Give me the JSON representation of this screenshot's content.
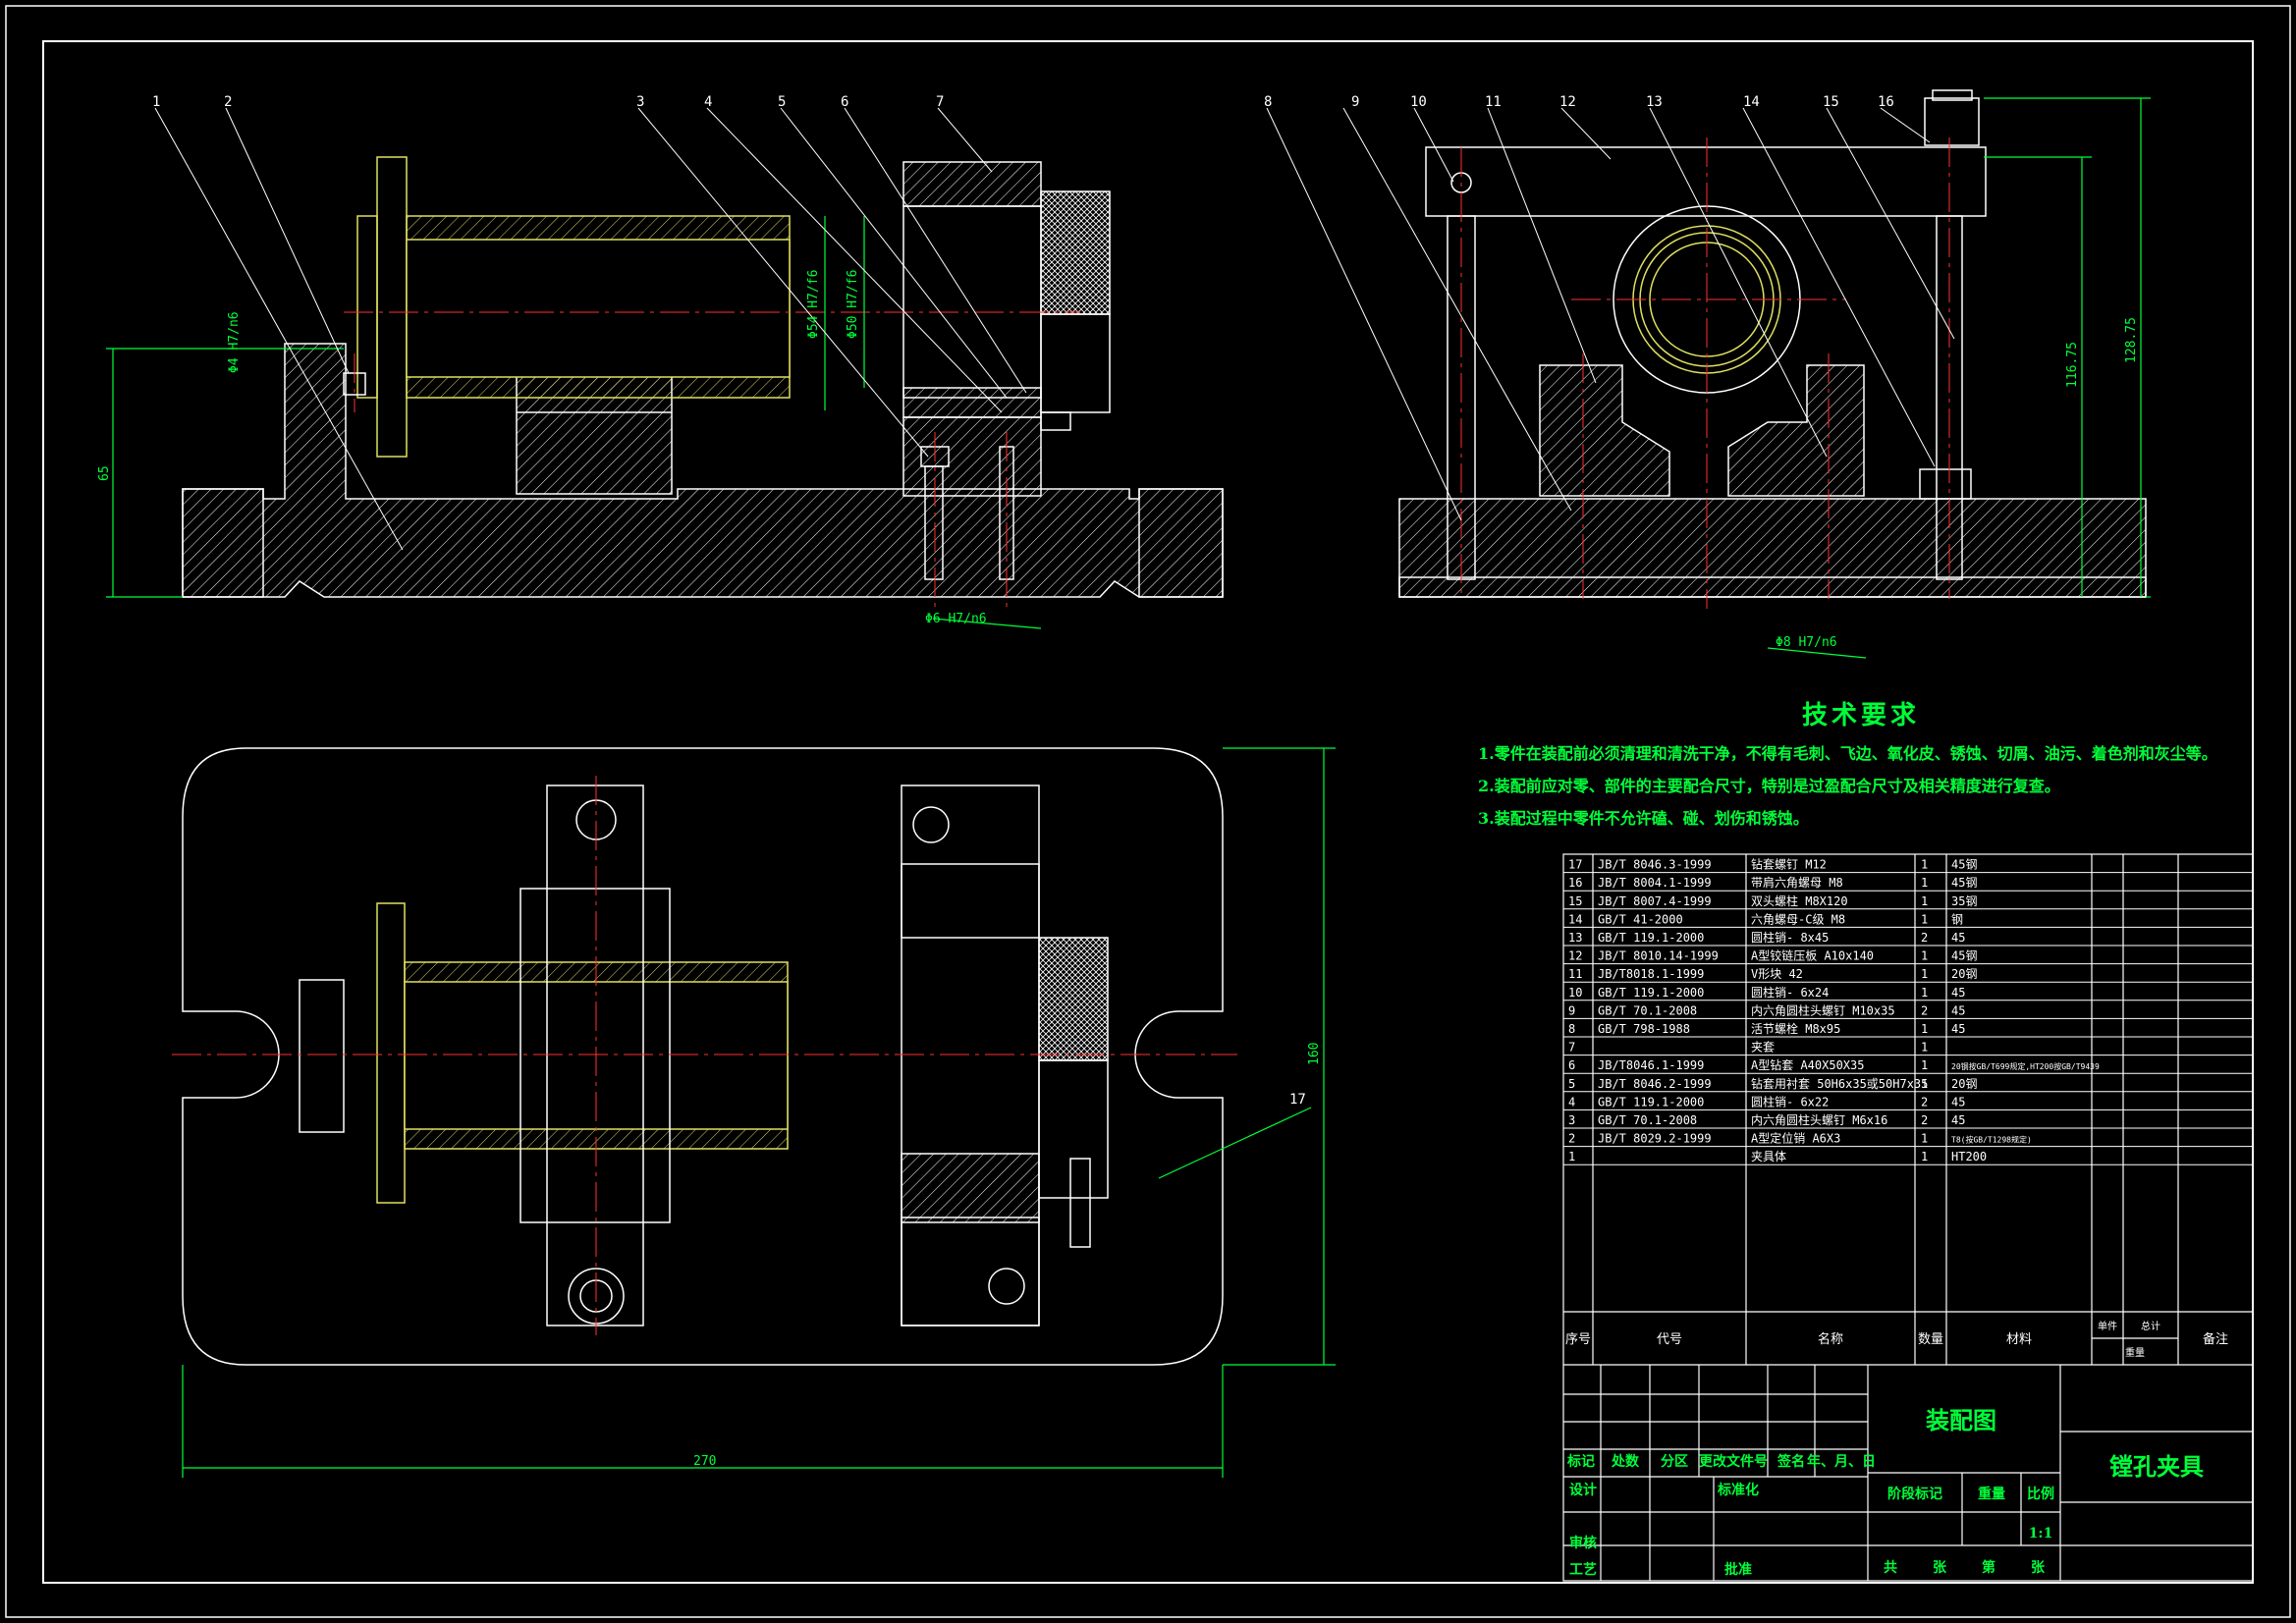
{
  "drawing": {
    "title": "镗孔夹具",
    "drawing_type": "装配图",
    "scale": "1:1"
  },
  "tech_requirements": {
    "title": "技术要求",
    "lines": [
      "1.零件在装配前必须清理和清洗干净，不得有毛刺、飞边、氧化皮、锈蚀、切屑、油污、着色剂和灰尘等。",
      "2.装配前应对零、部件的主要配合尺寸，特别是过盈配合尺寸及相关精度进行复查。",
      "3.装配过程中零件不允许磕、碰、划伤和锈蚀。"
    ]
  },
  "dimensions": {
    "d_65": "65",
    "d_160": "160",
    "d_270": "270",
    "d_11675": "116.75",
    "d_12875": "128.75",
    "d_phi6": "Φ6 H7/n6",
    "d_phi8": "Φ8 H7/n6",
    "d_phi4": "Φ4 H7/n6",
    "d_phi50": "Φ50 H7/f6",
    "d_phi54": "Φ54 H7/f6"
  },
  "callouts": [
    "1",
    "2",
    "3",
    "4",
    "5",
    "6",
    "7",
    "8",
    "9",
    "10",
    "11",
    "12",
    "13",
    "14",
    "15",
    "16",
    "17"
  ],
  "bom": {
    "header": {
      "no": "序号",
      "code": "代号",
      "name": "名称",
      "qty": "数量",
      "material": "材料",
      "unit_wt": "单件",
      "total_wt": "总计",
      "weight": "重量",
      "remark": "备注"
    },
    "rows": [
      {
        "no": "17",
        "code": "JB/T 8046.3-1999",
        "name": "钻套螺钉 M12",
        "qty": "1",
        "material": "45钢"
      },
      {
        "no": "16",
        "code": "JB/T 8004.1-1999",
        "name": "带肩六角螺母 M8",
        "qty": "1",
        "material": "45钢"
      },
      {
        "no": "15",
        "code": "JB/T 8007.4-1999",
        "name": "双头螺柱 M8X120",
        "qty": "1",
        "material": "35钢"
      },
      {
        "no": "14",
        "code": "GB/T 41-2000",
        "name": "六角螺母-C级 M8",
        "qty": "1",
        "material": "钢"
      },
      {
        "no": "13",
        "code": "GB/T 119.1-2000",
        "name": "圆柱销- 8x45",
        "qty": "2",
        "material": "45"
      },
      {
        "no": "12",
        "code": "JB/T 8010.14-1999",
        "name": "A型铰链压板 A10x140",
        "qty": "1",
        "material": "45钢"
      },
      {
        "no": "11",
        "code": "JB/T8018.1-1999",
        "name": "V形块 42",
        "qty": "1",
        "material": "20钢"
      },
      {
        "no": "10",
        "code": "GB/T 119.1-2000",
        "name": "圆柱销- 6x24",
        "qty": "1",
        "material": "45"
      },
      {
        "no": "9",
        "code": "GB/T 70.1-2008",
        "name": "内六角圆柱头螺钉 M10x35",
        "qty": "2",
        "material": "45"
      },
      {
        "no": "8",
        "code": "GB/T 798-1988",
        "name": "活节螺栓 M8x95",
        "qty": "1",
        "material": "45"
      },
      {
        "no": "7",
        "code": "",
        "name": "夹套",
        "qty": "1",
        "material": ""
      },
      {
        "no": "6",
        "code": "JB/T8046.1-1999",
        "name": "A型钻套 A40X50X35",
        "qty": "1",
        "material": "20钢按GB/T699规定,HT200按GB/T9439"
      },
      {
        "no": "5",
        "code": "JB/T 8046.2-1999",
        "name": "钻套用衬套 50H6x35或50H7x35",
        "qty": "1",
        "material": "20钢"
      },
      {
        "no": "4",
        "code": "GB/T 119.1-2000",
        "name": "圆柱销- 6x22",
        "qty": "2",
        "material": "45"
      },
      {
        "no": "3",
        "code": "GB/T 70.1-2008",
        "name": "内六角圆柱头螺钉 M6x16",
        "qty": "2",
        "material": "45"
      },
      {
        "no": "2",
        "code": "JB/T 8029.2-1999",
        "name": "A型定位销 A6X3",
        "qty": "1",
        "material": "T8(按GB/T1298规定)"
      },
      {
        "no": "1",
        "code": "",
        "name": "夹具体",
        "qty": "1",
        "material": "HT200"
      }
    ]
  },
  "title_block": {
    "mark": "标记",
    "count": "处数",
    "zone": "分区",
    "change_doc": "更改文件号",
    "signature": "签名",
    "date": "年、月、日",
    "design": "设计",
    "standard": "标准化",
    "stage_mark": "阶段标记",
    "weight": "重量",
    "scale_label": "比例",
    "review": "审核",
    "process": "工艺",
    "approve": "批准",
    "sheets_total": "共",
    "sheets_unit": "张",
    "sheet_no": "第",
    "sheet_unit2": "张"
  },
  "colors": {
    "line": "#ffffff",
    "dim": "#00ff3a",
    "center": "#ff2020",
    "hidden": "#ffff60",
    "hatch": "#ffffff",
    "red": "#ff3030"
  }
}
